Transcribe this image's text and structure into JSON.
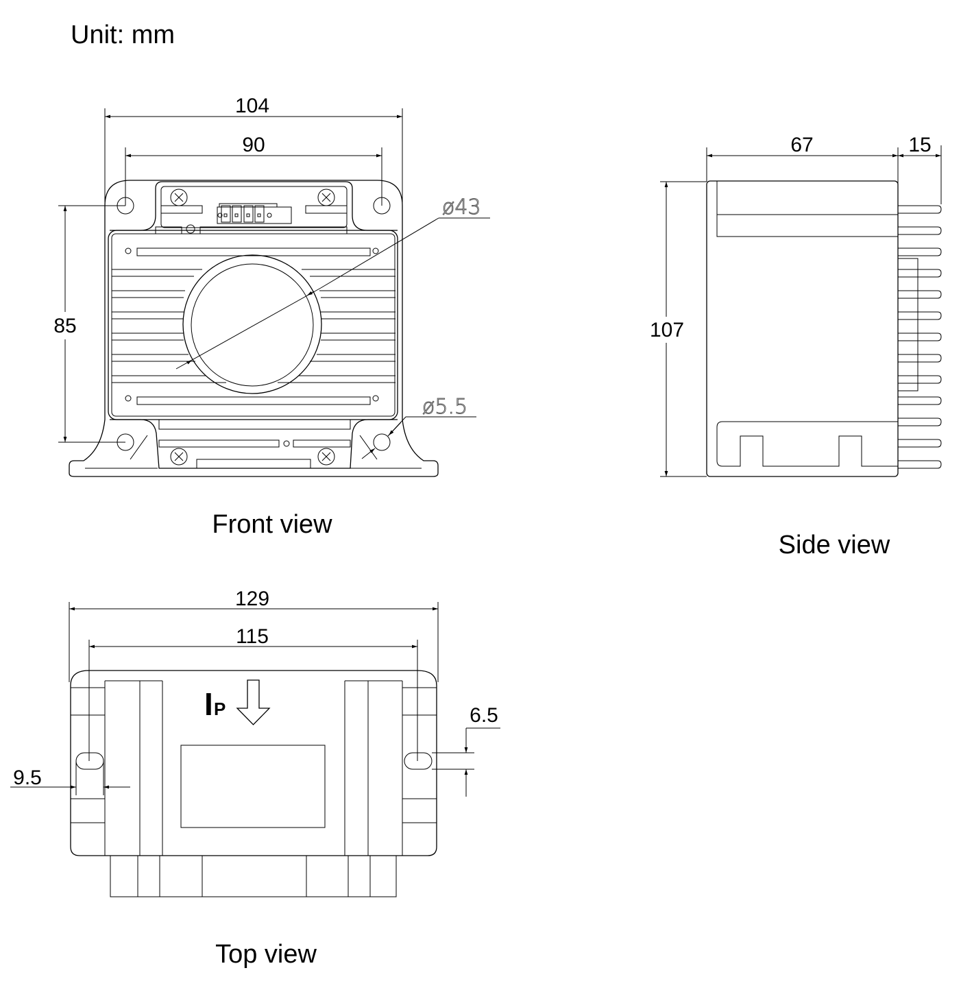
{
  "unit_label": "Unit: mm",
  "views": {
    "front": {
      "title": "Front view",
      "dims": {
        "width_overall": "104",
        "hole_spacing": "90",
        "height_holes": "85",
        "aperture_diameter": "ø43",
        "hole_diameter": "ø5.5"
      }
    },
    "side": {
      "title": "Side view",
      "dims": {
        "depth": "67",
        "pin_length": "15",
        "height": "107"
      }
    },
    "top": {
      "title": "Top view",
      "dims": {
        "width_overall": "129",
        "hole_spacing": "115",
        "slot_width": "6.5",
        "slot_length": "9.5"
      },
      "current_label": "I",
      "current_subscript": "P"
    }
  }
}
